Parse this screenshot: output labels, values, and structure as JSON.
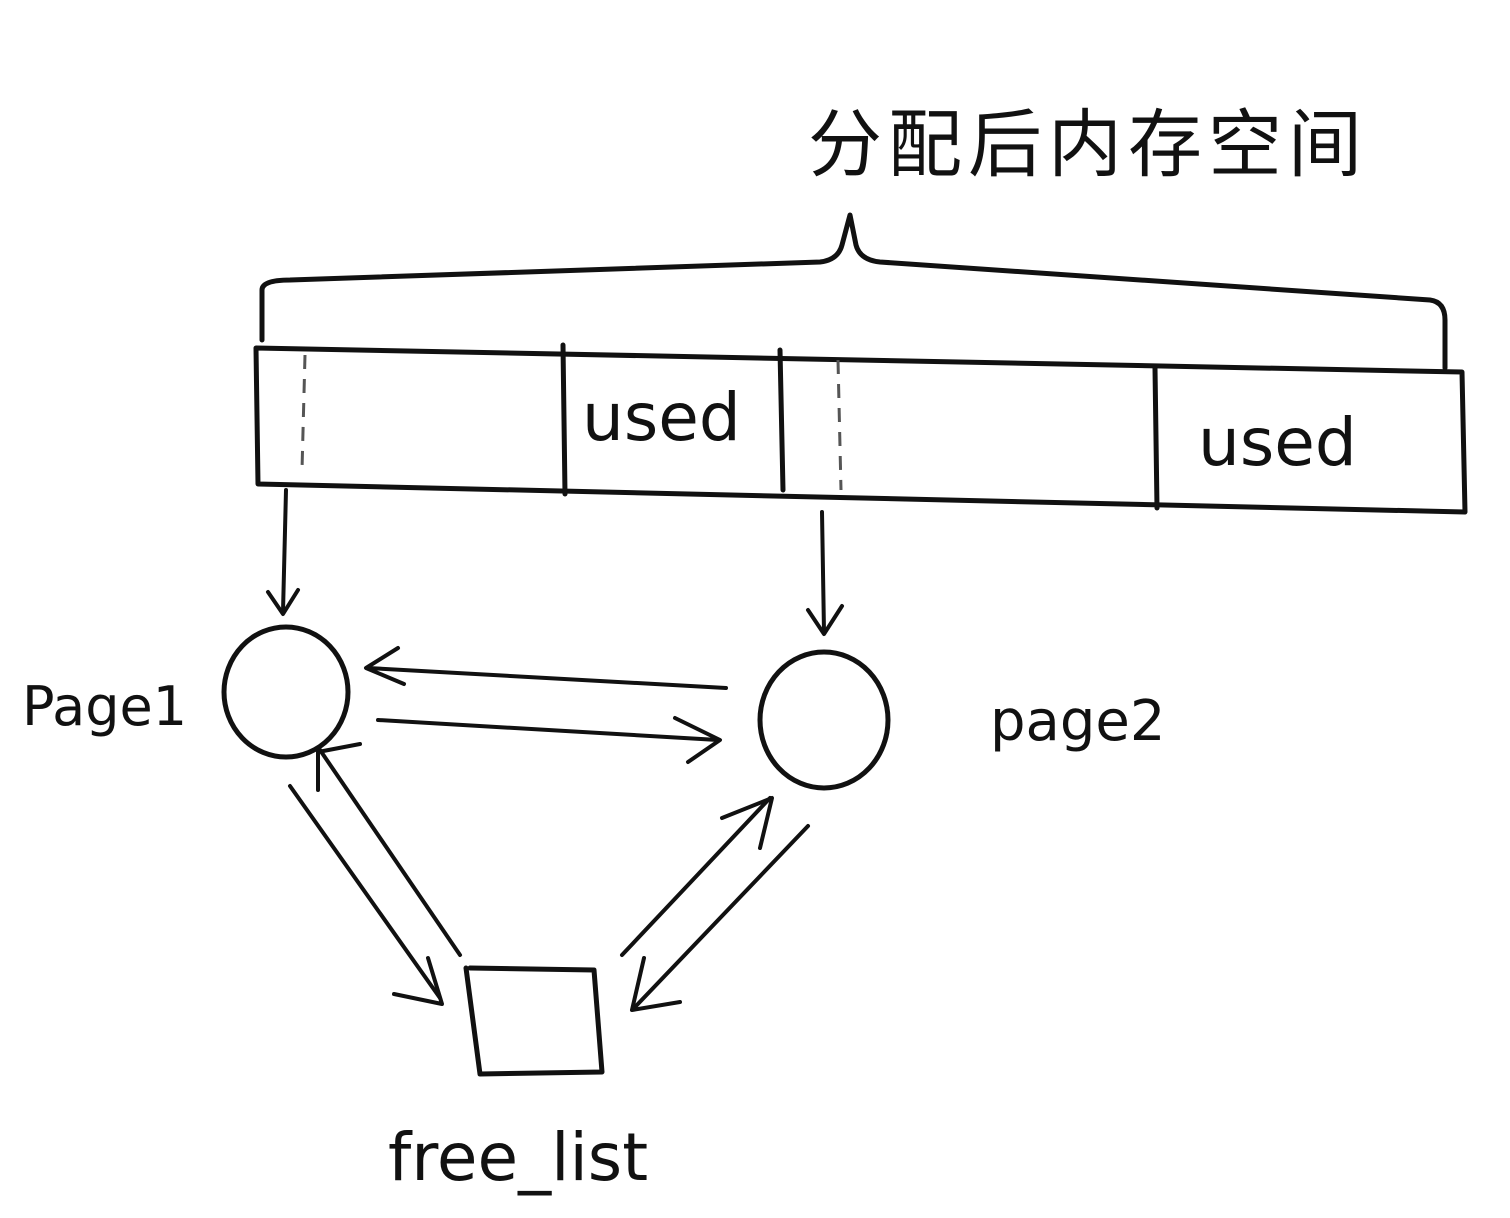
{
  "diagram": {
    "title": "分配后内存空间",
    "blocks": [
      {
        "label": ""
      },
      {
        "label": "used"
      },
      {
        "label": ""
      },
      {
        "label": "used"
      }
    ],
    "nodes": {
      "page1": "Page1",
      "page2": "page2",
      "free_list": "free_list"
    }
  }
}
